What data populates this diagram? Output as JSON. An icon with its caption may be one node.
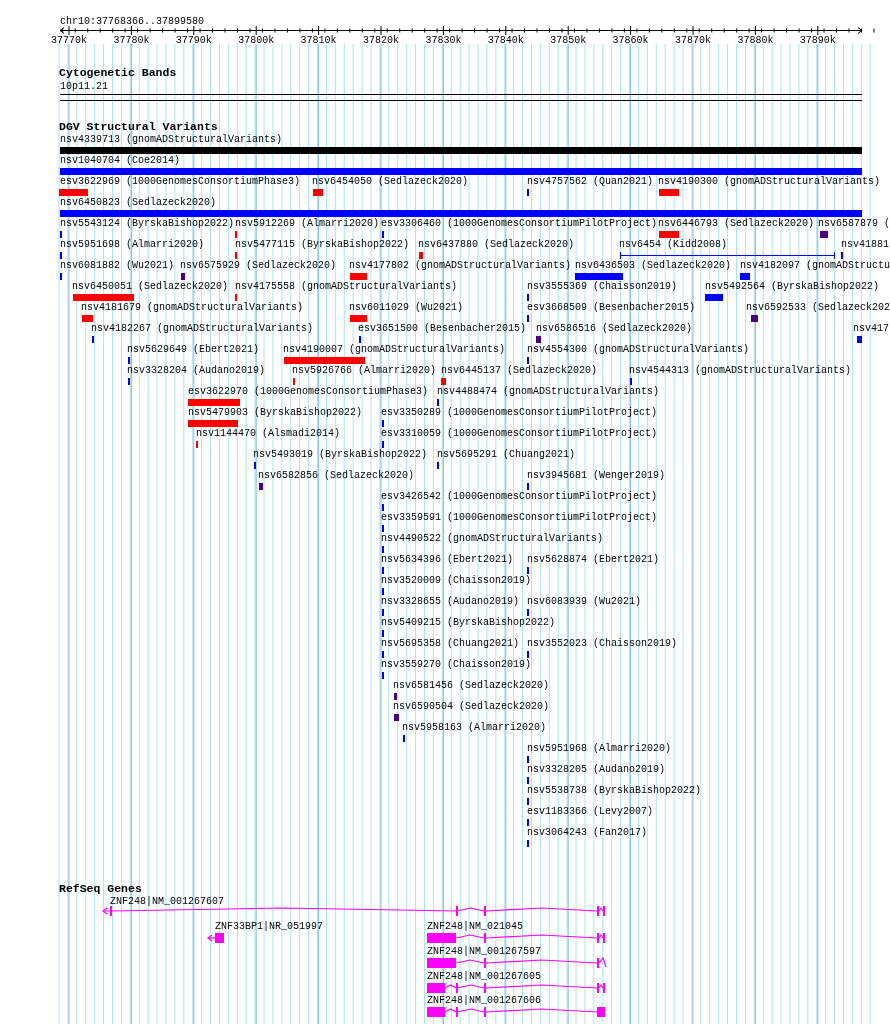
{
  "diagram": {
    "labels": [
      "chr10:37768366..37899580",
      "37770k",
      "37780k",
      "37790k",
      "37800k",
      "37810k",
      "37820k",
      "37830k",
      "37840k",
      "37850k",
      "37860k",
      "37870k",
      "37880k",
      "37890k",
      "Cytogenetic Bands",
      "10p11.21",
      "DGV Structural Variants",
      "nsv4339713 (gnomADStructuralVariants)",
      "nsv1040704 (Coe2014)",
      "esv3622969 (1000GenomesConsortiumPhase3)",
      "nsv6454050 (Sedlazeck2020)",
      "nsv4757562 (Quan2021)",
      "nsv4190300 (gnomADStructuralVariants)",
      "nsv6450823 (Sedlazeck2020)",
      "nsv5543124 (ByrskaBishop2022)",
      "nsv5912269 (Almarri2020)",
      "esv3306460 (1000GenomesConsortiumPilotProject)",
      "nsv6446793 (Sedlazeck2020)",
      "nsv6587879 (",
      "nsv5951698 (Almarri2020)",
      "nsv5477115 (ByrskaBishop2022)",
      "nsv6437880 (Sedlazeck2020)",
      "nsv6454 (Kidd2008)",
      "nsv41881",
      "nsv6081882 (Wu2021)",
      "nsv6575929 (Sedlazeck2020)",
      "nsv4177802 (gnomADStructuralVariants)",
      "nsv6436503 (Sedlazeck2020)",
      "nsv4182097 (gnomADStructu",
      "nsv6450051 (Sedlazeck2020)",
      "nsv4175558 (gnomADStructuralVariants)",
      "nsv3555369 (Chaisson2019)",
      "nsv5492564 (ByrskaBishop2022)",
      "nsv4181679 (gnomADStructuralVariants)",
      "nsv6011029 (Wu2021)",
      "esv3668509 (Besenbacher2015)",
      "nsv6592533 (Sedlazeck202",
      "nsv4182267 (gnomADStructuralVariants)",
      "esv3651500 (Besenbacher2015)",
      "nsv6586516 (Sedlazeck2020)",
      "nsv417",
      "nsv5629649 (Ebert2021)",
      "nsv4190007 (gnomADStructuralVariants)",
      "nsv4554300 (gnomADStructuralVariants)",
      "nsv3328204 (Audano2019)",
      "nsv5926766 (Almarri2020)",
      "nsv6445137 (Sedlazeck2020)",
      "nsv4544313 (gnomADStructuralVariants)",
      "esv3622970 (1000GenomesConsortiumPhase3)",
      "nsv4488474 (gnomADStructuralVariants)",
      "nsv5479903 (ByrskaBishop2022)",
      "esv3350289 (1000GenomesConsortiumPilotProject)",
      "nsv1144470 (Alsmadi2014)",
      "esv3310059 (1000GenomesConsortiumPilotProject)",
      "nsv5493019 (ByrskaBishop2022)",
      "nsv5695291 (Chuang2021)",
      "nsv6582856 (Sedlazeck2020)",
      "nsv3945681 (Wenger2019)",
      "esv3426542 (1000GenomesConsortiumPilotProject)",
      "esv3359591 (1000GenomesConsortiumPilotProject)",
      "nsv4490522 (gnomADStructuralVariants)",
      "nsv5634396 (Ebert2021)",
      "nsv5628874 (Ebert2021)",
      "nsv3520009 (Chaisson2019)",
      "nsv3328655 (Audano2019)",
      "nsv6083939 (Wu2021)",
      "nsv5409215 (ByrskaBishop2022)",
      "nsv5695358 (Chuang2021)",
      "nsv3552023 (Chaisson2019)",
      "nsv3559270 (Chaisson2019)",
      "nsv6581456 (Sedlazeck2020)",
      "nsv6590504 (Sedlazeck2020)",
      "nsv5958163 (Almarri2020)",
      "nsv5951968 (Almarri2020)",
      "nsv3328205 (Audano2019)",
      "nsv5538738 (ByrskaBishop2022)",
      "esv1183366 (Levy2007)",
      "nsv3064243 (Fan2017)",
      "RefSeq Genes",
      "ZNF248|NM_001267607",
      "ZNF33BP1|NR_051997",
      "ZNF248|NM_021045",
      "ZNF248|NM_001267597",
      "ZNF248|NM_001267605",
      "ZNF248|NM_001267606"
    ]
  }
}
